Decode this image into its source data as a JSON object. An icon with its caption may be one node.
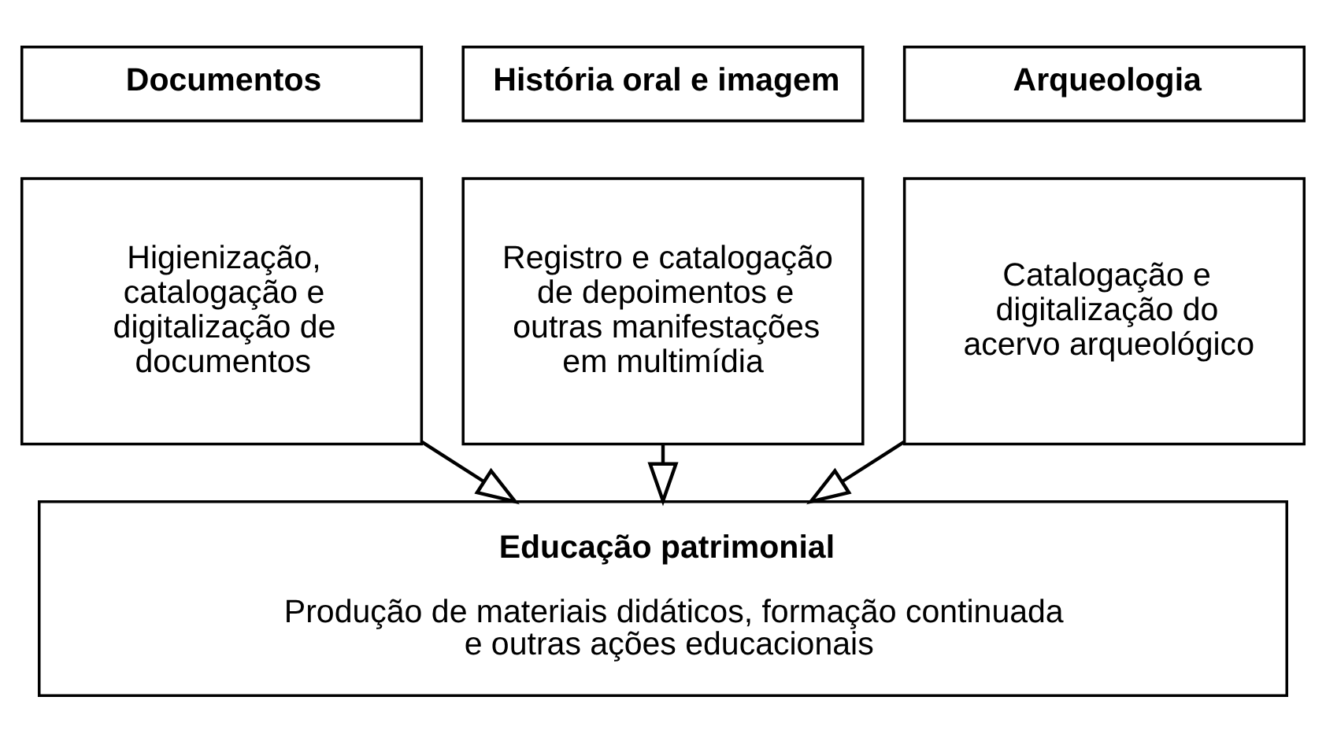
{
  "diagram": {
    "nodes": [
      {
        "text": [
          "Documentos"
        ]
      },
      {
        "text": [
          "Higienização, catalogação e digitalização de documentos"
        ]
      },
      {
        "text": [
          "História oral e imagem"
        ]
      },
      {
        "text": [
          "Registro e catalogação de depoimentos e outras manifestações em multimídia"
        ]
      },
      {
        "text": [
          "Arqueologia"
        ]
      },
      {
        "text": [
          "Catalogação e digitalização do acervo arqueológico"
        ]
      },
      {
        "text": [
          "Educação patrimonial",
          "Produção de materiais didáticos, formação continuada e outras ações educacionais"
        ]
      }
    ],
    "edges": [
      {
        "from": 1,
        "to": 6,
        "arrow": "to"
      },
      {
        "from": 3,
        "to": 6,
        "arrow": "to"
      },
      {
        "from": 5,
        "to": 6,
        "arrow": "to"
      }
    ]
  }
}
